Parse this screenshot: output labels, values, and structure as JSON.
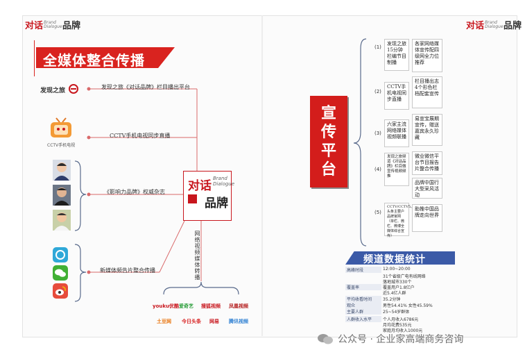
{
  "brand": {
    "cn_left": "对话",
    "en": "Brand Dialogue",
    "cn_right": "品牌"
  },
  "left": {
    "title": "全媒体整合传播",
    "branches": [
      {
        "label": "发现之旅《对话品牌》栏目播出平台"
      },
      {
        "label": "CCTV手机电视同步直播"
      },
      {
        "label": "《影响力品牌》权威杂志"
      },
      {
        "label": "新媒体频告片整合传播"
      }
    ],
    "logo_discovery": "发现之旅",
    "logo_cctv": "CCTV手机电视",
    "net_label": "网络视频媒体转播",
    "sites": [
      {
        "name": "youku优酷"
      },
      {
        "name": "爱奇艺"
      },
      {
        "name": "搜狐视频"
      },
      {
        "name": "凤凰视频"
      },
      {
        "name": "土豆网"
      },
      {
        "name": "今日头条"
      },
      {
        "name": "网易"
      },
      {
        "name": "腾讯视频"
      }
    ]
  },
  "right": {
    "promo_title": "宣传平台",
    "rows": [
      {
        "num": "(1)",
        "mid": "发现之旅15分钟栏编节目制播",
        "right": "各家网络媒体宣传配四级网全力位推荐"
      },
      {
        "num": "(2)",
        "mid": "CCTV手机电视同步直播",
        "right": "栏目播出志4个形色栏档配套宣传"
      },
      {
        "num": "(3)",
        "mid": "六家主流网络媒体视频联播",
        "right": "易宣宝展期宣传，赠送嘉宾永久珍藏"
      },
      {
        "num": "(4)",
        "mid": "发现之旅频道《对话品牌》栏目微宣传视频频推",
        "right": "微业微信平台节目报告片整合传播"
      },
      {
        "num": "",
        "mid": "",
        "right": "品牌中国行大型采风活动"
      },
      {
        "num": "(5)",
        "mid": "CCTV/CCTV5、头条主要户品牌官网（单栏、微栏、微博全媒体综合宣传）",
        "right": "助推中国品牌走向世界"
      }
    ],
    "stats_title": "频道数据统计",
    "stats": [
      {
        "label": "高峰时段",
        "value": "12:00~20:00"
      },
      {
        "label": "",
        "value": "31个省级广电有线网络"
      },
      {
        "label": "",
        "value": "落地城市330个"
      },
      {
        "label": "覆盖率",
        "value": "覆盖用户1.8亿户"
      },
      {
        "label": "",
        "value": "近5.4亿人群"
      },
      {
        "label": "平均收看时间",
        "value": "35.2分钟"
      },
      {
        "label": "观众",
        "value": "男性54.41%  女性45.59%"
      },
      {
        "label": "主要人群",
        "value": "25~54岁群体"
      },
      {
        "label": "人群收入水平",
        "value": "个人月收入6786元"
      },
      {
        "label": "",
        "value": "月均花费535元"
      },
      {
        "label": "",
        "value": "家庭月均收入1000元"
      }
    ]
  },
  "watermark": "公众号 · 企业家高端商务咨询"
}
